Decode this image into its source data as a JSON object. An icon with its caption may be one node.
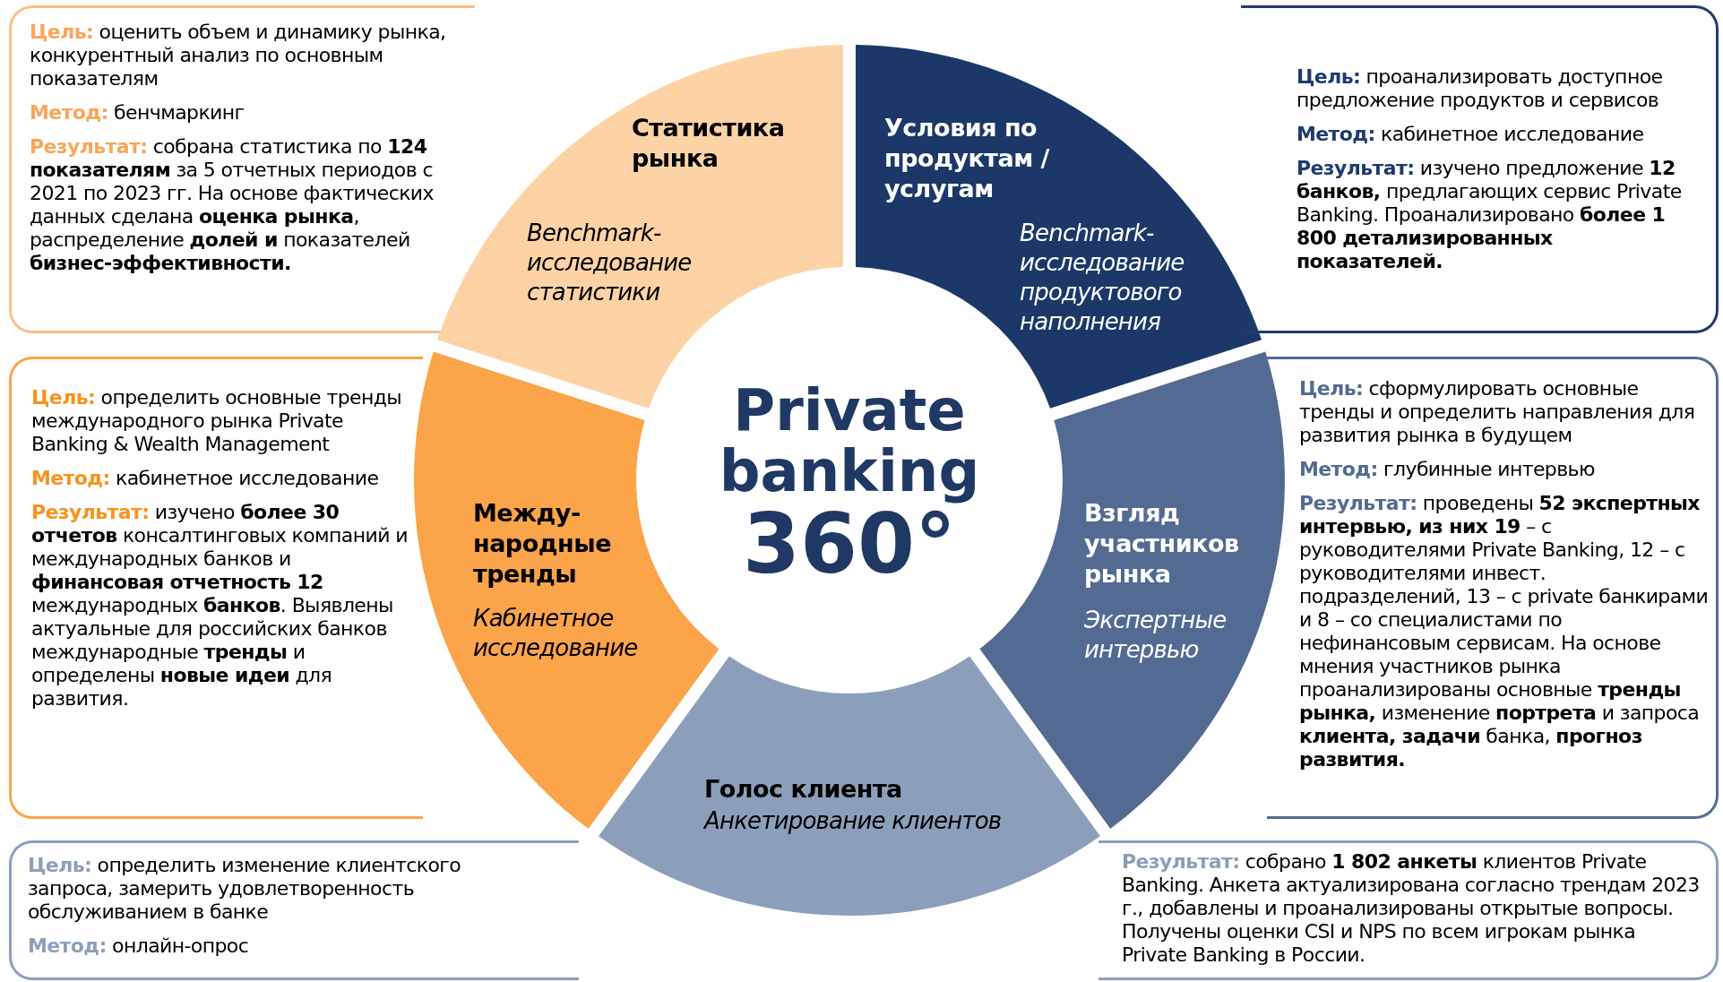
{
  "diagram": {
    "nodes": [
      {
        "text": [
          "**Цель:** оценить объем и динамику рынка, конкурентный анализ по основным показателям",
          "**Метод:** бенчмаркинг",
          "**Результат:** собрана статистика по **124 показателям** за 5 отчетных периодов с 2021 по 2023 гг. На основе фактических данных сделана **оценка рынка**, распределение **долей и** показателей **бизнес-эффективности.**"
        ]
      },
      {
        "text": [
          "Статистика рынка",
          "Benchmark-исследование статистики"
        ]
      },
      {
        "text": [
          "Условия по продуктам / услугам",
          "Benchmark-исследование продуктового наполнения"
        ]
      },
      {
        "text": [
          "**Цель:** проанализировать доступное предложение продуктов и сервисов",
          "**Метод:** кабинетное исследование",
          "**Результат:** изучено предложение **12 банков,** предлагающих сервис Private Banking. Проанализировано **более 1 800 детализированных показателей.**"
        ]
      },
      {
        "text": [
          "**Цель:** определить основные тренды международного рынка Private Banking & Wealth Management",
          "**Метод:** кабинетное исследование",
          "**Результат:** изучено **более 30 отчетов** консалтинговых компаний и международных банков и **финансовая отчетность 12** международных **банков**. Выявлены актуальные для российских банков международные **тренды** и определены **новые идеи** для развития."
        ]
      },
      {
        "text": [
          "Между-народные тренды",
          "Кабинетное исследование"
        ]
      },
      {
        "text": [
          "Private banking",
          "360°"
        ]
      },
      {
        "text": [
          "Взгляд участников рынка",
          "Экспертные интервью"
        ]
      },
      {
        "text": [
          "**Цель:** сформулировать основные тренды и определить направления для развития рынка в будущем",
          "**Метод:** глубинные интервью",
          "**Результат:** проведены **52 экспертных интервью, из них 19** – с руководителями Private Banking, 12 – с руководителями инвест. подразделений, 13 – с private банкирами и 8 – со специалистами по нефинансовым сервисам. На основе мнения участников рынка проанализированы основные **тренды рынка,** изменение **портрета** и запроса **клиента, задачи** банка, **прогноз развития.**"
        ]
      },
      {
        "text": [
          "Голос клиента",
          "Анкетирование клиентов"
        ]
      },
      {
        "text": [
          "**Цель:** определить изменение клиентского запроса, замерить удовлетворенность обслуживанием в банке",
          "**Метод:** онлайн-опрос"
        ]
      },
      {
        "text": [
          "**Результат:** собрано **1 802 анкеты** клиентов Private Banking. Анкета актуализирована согласно трендам 2023 г., добавлены и проанализированы открытые вопросы. Получены оценки CSI и NPS по всем игрокам рынка Private Banking в России."
        ]
      }
    ]
  }
}
